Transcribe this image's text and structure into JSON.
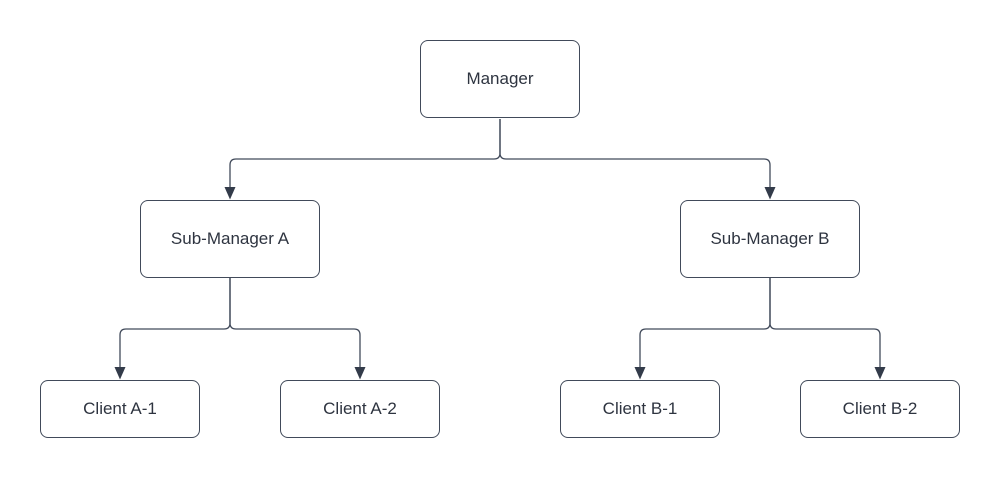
{
  "diagram": {
    "type": "org-chart-tree",
    "background_color": "#ffffff",
    "line_color": "#414a5a",
    "arrow_color": "#333b4a",
    "node_fill_color": "#ffffff",
    "text_color": "#2e3440",
    "nodes": [
      {
        "id": "manager",
        "label": "Manager",
        "level": 1
      },
      {
        "id": "sub-manager-a",
        "label": "Sub-Manager A",
        "level": 2
      },
      {
        "id": "sub-manager-b",
        "label": "Sub-Manager B",
        "level": 2
      },
      {
        "id": "client-a-1",
        "label": "Client A-1",
        "level": 3
      },
      {
        "id": "client-a-2",
        "label": "Client A-2",
        "level": 3
      },
      {
        "id": "client-b-1",
        "label": "Client B-1",
        "level": 3
      },
      {
        "id": "client-b-2",
        "label": "Client B-2",
        "level": 3
      }
    ],
    "edges": [
      {
        "from": "manager",
        "to": "sub-manager-a"
      },
      {
        "from": "manager",
        "to": "sub-manager-b"
      },
      {
        "from": "sub-manager-a",
        "to": "client-a-1"
      },
      {
        "from": "sub-manager-a",
        "to": "client-a-2"
      },
      {
        "from": "sub-manager-b",
        "to": "client-b-1"
      },
      {
        "from": "sub-manager-b",
        "to": "client-b-2"
      }
    ]
  }
}
